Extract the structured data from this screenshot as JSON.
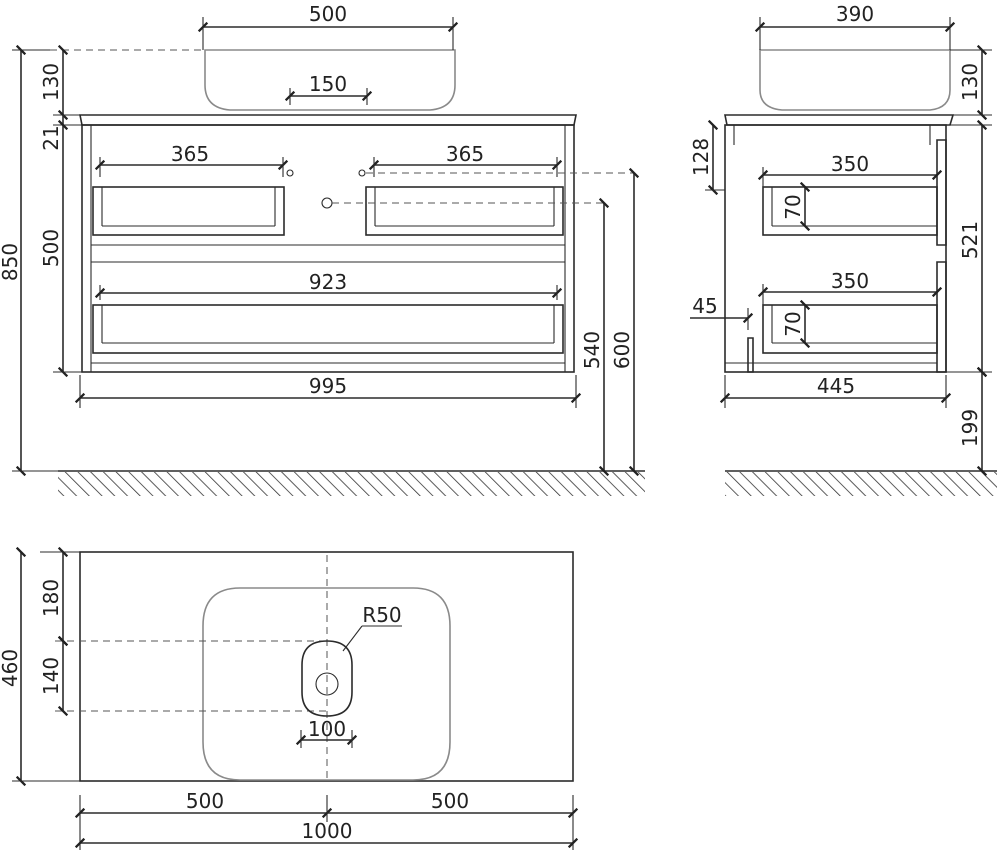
{
  "front_view": {
    "basin_width": "500",
    "basin_height": "130",
    "tap_spacing": "150",
    "top_thickness": "21",
    "drawer_zone_height": "500",
    "overall_height": "850",
    "top_drawer_left_width": "365",
    "top_drawer_right_width": "365",
    "bottom_drawer_width": "923",
    "cabinet_width": "995",
    "outlet_height": "540",
    "inlet_height": "600"
  },
  "side_view": {
    "basin_depth": "390",
    "basin_height": "130",
    "top_offset": "128",
    "drawer_depth_top": "350",
    "drawer_height_top": "70",
    "drawer_depth_bottom": "350",
    "drawer_height_bottom": "70",
    "rear_gap": "45",
    "cabinet_body_height": "521",
    "cabinet_depth": "445",
    "floor_clearance": "199"
  },
  "top_view": {
    "basin_section_depth": "180",
    "drain_offset": "140",
    "overall_depth": "460",
    "drain_radius": "R50",
    "drain_width": "100",
    "left_half": "500",
    "right_half": "500",
    "overall_width": "1000"
  }
}
